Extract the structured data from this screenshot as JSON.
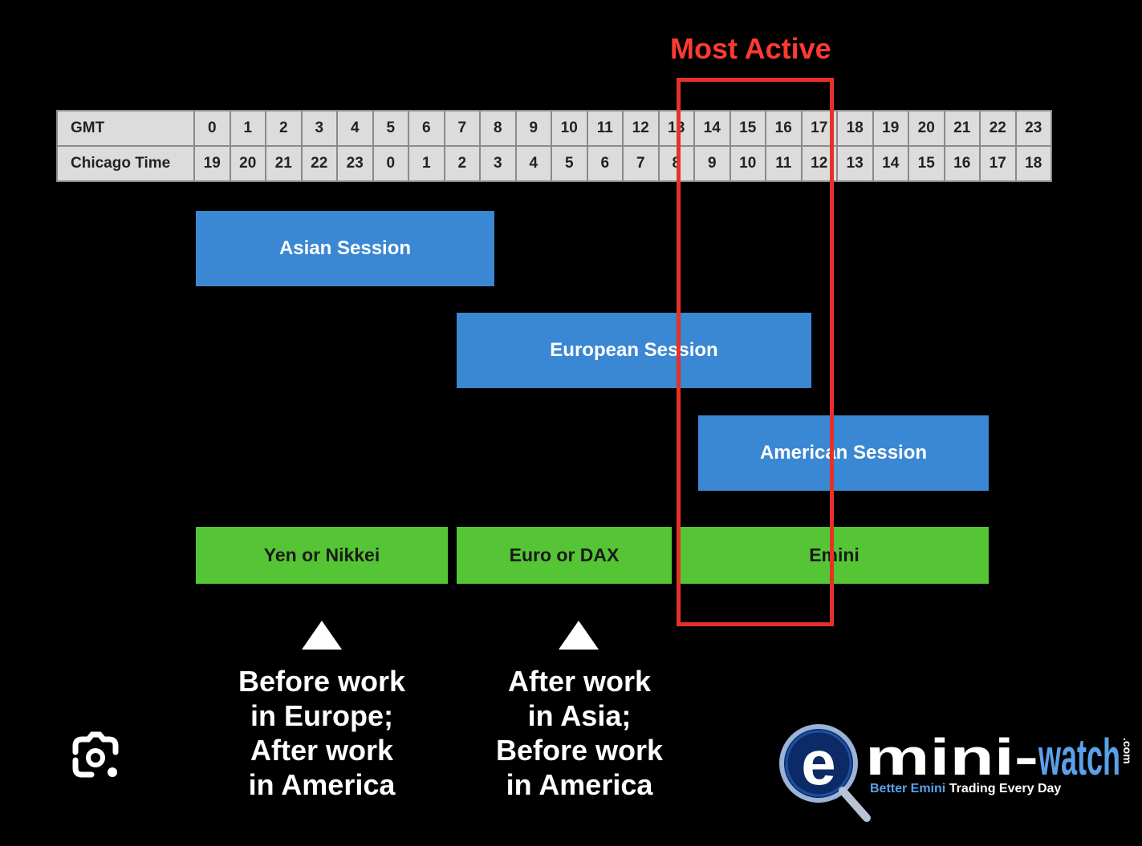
{
  "table": {
    "gmt_label": "GMT",
    "chicago_label": "Chicago Time",
    "gmt": [
      "0",
      "1",
      "2",
      "3",
      "4",
      "5",
      "6",
      "7",
      "8",
      "9",
      "10",
      "11",
      "12",
      "13",
      "14",
      "15",
      "16",
      "17",
      "18",
      "19",
      "20",
      "21",
      "22",
      "23"
    ],
    "chicago": [
      "19",
      "20",
      "21",
      "22",
      "23",
      "0",
      "1",
      "2",
      "3",
      "4",
      "5",
      "6",
      "7",
      "8",
      "9",
      "10",
      "11",
      "12",
      "13",
      "14",
      "15",
      "16",
      "17",
      "18"
    ]
  },
  "most_active": "Most Active",
  "sessions": {
    "asian": "Asian Session",
    "european": "European Session",
    "american": "American Session"
  },
  "markets": {
    "yen": "Yen or Nikkei",
    "euro": "Euro or DAX",
    "emini": "Emini"
  },
  "notes": {
    "left": [
      "Before work",
      "in Europe;",
      "After work",
      "in America"
    ],
    "right": [
      "After work",
      "in Asia;",
      "Before work",
      "in America"
    ]
  },
  "logo": {
    "e": "e",
    "name": "mini-watch",
    "dotcom": ".com",
    "tagline_a": "Better Emini",
    "tagline_b": " Trading Every Day"
  },
  "colors": {
    "session_blue": "#3a87d3",
    "market_green": "#55c535",
    "highlight_red": "#e63226"
  },
  "icons": [
    "lens-icon",
    "magnifier-icon"
  ]
}
